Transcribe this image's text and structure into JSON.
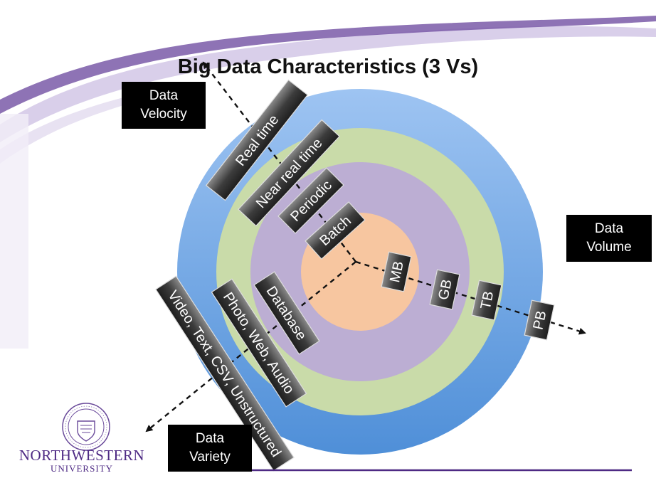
{
  "title": "Big Data Characteristics (3 Vs)",
  "callouts": {
    "velocity": {
      "line1": "Data",
      "line2": "Velocity"
    },
    "volume": {
      "line1": "Data",
      "line2": "Volume"
    },
    "variety": {
      "line1": "Data",
      "line2": "Variety"
    }
  },
  "velocity_levels": [
    "Real time",
    "Near real time",
    "Periodic",
    "Batch"
  ],
  "volume_levels": [
    "MB",
    "GB",
    "TB",
    "PB"
  ],
  "variety_levels": [
    "Database",
    "Photo, Web, Audio",
    "Video, Text, CSV, Unstructured"
  ],
  "logo": {
    "name": "NORTHWESTERN",
    "sub": "UNIVERSITY"
  },
  "colors": {
    "ring_outer": "#5b95dc",
    "ring_green": "#c9dba9",
    "ring_purple": "#bcaed3",
    "ring_core": "#f7c6a0",
    "accent_purple": "#4e2a84",
    "label_box": "#3a3a3a"
  }
}
